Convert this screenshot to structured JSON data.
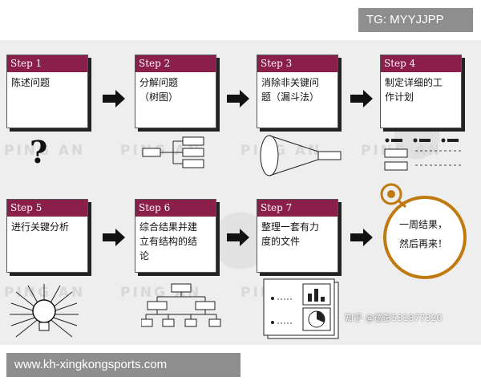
{
  "tag": "TG: MYYJJPP",
  "watermark": "PING AN",
  "footer": "www.kh-xingkongsports.com",
  "steps": [
    {
      "label": "Step 1",
      "text": "陈述问题"
    },
    {
      "label": "Step 2",
      "text": "分解问题\n（树图）"
    },
    {
      "label": "Step 3",
      "text": "消除非关键问\n题（漏斗法）"
    },
    {
      "label": "Step 4",
      "text": "制定详细的工\n作计划"
    },
    {
      "label": "Step 5",
      "text": "进行关键分析"
    },
    {
      "label": "Step 6",
      "text": "综合结果并建\n立有结构的结\n论"
    },
    {
      "label": "Step 7",
      "text": "整理一套有力\n度的文件"
    }
  ],
  "final": {
    "text": "一周结果，\n然后再来！"
  },
  "question_mark": "?",
  "credit": "知乎 @德彭531877320"
}
